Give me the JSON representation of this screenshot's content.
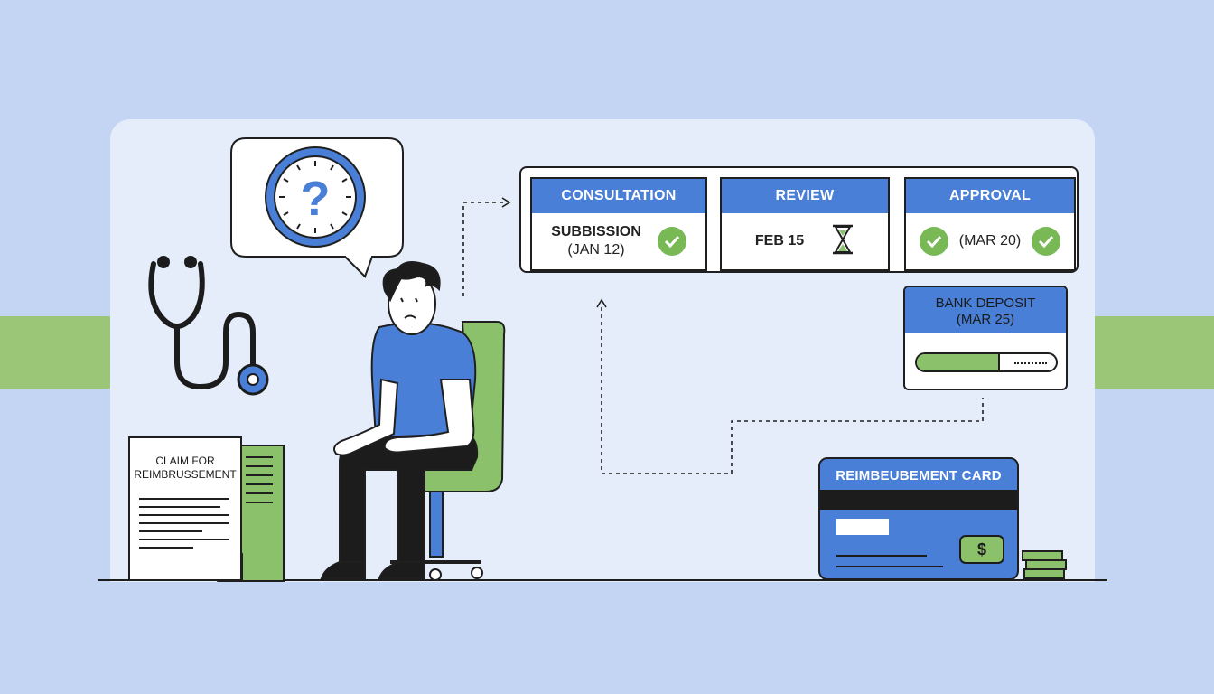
{
  "stages": [
    {
      "header": "CONSULTATION",
      "line1": "SUBBISSION",
      "line2": "(JAN 12)",
      "icon": "check-icon"
    },
    {
      "header": "REVIEW",
      "line1": "FEB 15",
      "icon": "hourglass-icon"
    },
    {
      "header": "APPROVAL",
      "line1": "(MAR 20)",
      "icon": "check-icon"
    }
  ],
  "bank_deposit": {
    "line1": "BANK DEPOSIT",
    "line2": "(MAR 25)",
    "progress": 0.6
  },
  "card": {
    "title": "REIMBEUBEMENT CARD",
    "currency_symbol": "$"
  },
  "claim": {
    "line1": "CLAIM FOR",
    "line2": "REIMBRUSSEMENT"
  },
  "speech_bubble": {
    "symbol": "?"
  },
  "colors": {
    "blue": "#4a7fd7",
    "green": "#8bc16b",
    "check_green": "#78b955",
    "background": "#c3d5f3",
    "panel": "#e5edfb"
  }
}
